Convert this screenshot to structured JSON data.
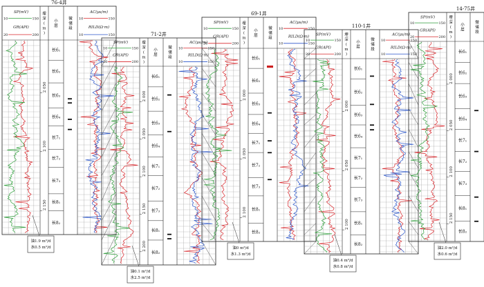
{
  "header_labels": {
    "sp": "SP(mV)",
    "sp_range_min": "10",
    "sp_range_max": "150",
    "gr": "GR(API)",
    "gr_range_min": "20",
    "gr_range_max": "200",
    "depth": "埋深(m)",
    "layer": "小层",
    "stage": "微储段",
    "ac": "AC(μs/m)",
    "ac_range_min": "10",
    "ac_range_max": "150",
    "rild": "RILD(Ω·m)",
    "rild_range_min": "10",
    "rild_range_max": "150"
  },
  "colors": {
    "sp": "#2e9e3a",
    "gr": "#d8262b",
    "ac": "#d8262b",
    "rild": "#2a55c9",
    "stage_mark_red": "#cc1f1f",
    "frame": "#222222",
    "grid": "#8a8a8a"
  },
  "wells": [
    {
      "name": "76-4井",
      "depth_labels": [
        "2 050",
        "2 100",
        "2 150"
      ],
      "layers": [
        "长6₁",
        "长6₂",
        "长6₃",
        "长6₄",
        "长7₁",
        "长7₂",
        "长7₃",
        "长8₁",
        "长8₂"
      ],
      "result_lines": [
        "油1.9 m³/d",
        "水0.5 m³/d"
      ]
    },
    {
      "name": "71-2井",
      "depth_labels": [
        "2 000",
        "2 050",
        "2 100",
        "2 150",
        "2 200"
      ],
      "layers": [
        "长6₁",
        "长6₂",
        "长6₃",
        "长6₄",
        "长7₁",
        "长7₂",
        "长7₃",
        "长8₁",
        "长8₂"
      ],
      "result_lines": [
        "油0.1 m³/d",
        "水2.5 m³/d"
      ]
    },
    {
      "name": "69-1井",
      "depth_labels": [
        "2 000",
        "2 050",
        "2 100"
      ],
      "layers": [
        "长6₁",
        "长6₂",
        "长6₃",
        "长6₄",
        "长7₁",
        "长7₂",
        "长7₃",
        "长8₁",
        "长8₂"
      ],
      "result_lines": [
        "油0 m³/d",
        "水1.3 m³/d"
      ]
    },
    {
      "name": "110-1井",
      "depth_labels": [
        "2 000",
        "2 050",
        "2 100"
      ],
      "layers": [
        "长6₁",
        "长6₂",
        "长6₃",
        "长6₄",
        "长7₁",
        "长7₂",
        "长7₃",
        "长8₁",
        "长8₂"
      ],
      "result_lines": [
        "油0.4 m³/d",
        "水0.8 m³/d"
      ]
    },
    {
      "name": "14-75井",
      "depth_labels": [
        "2 000",
        "2 050",
        "2 100",
        "2 150"
      ],
      "layers": [
        "长6₁",
        "长6₂",
        "长6₃",
        "长6₄",
        "长7₁",
        "长7₂",
        "长7₃",
        "长8₁",
        "长8₂"
      ],
      "result_lines": [
        "油2.0 m³/d",
        "水0.6 m³/d"
      ]
    }
  ]
}
